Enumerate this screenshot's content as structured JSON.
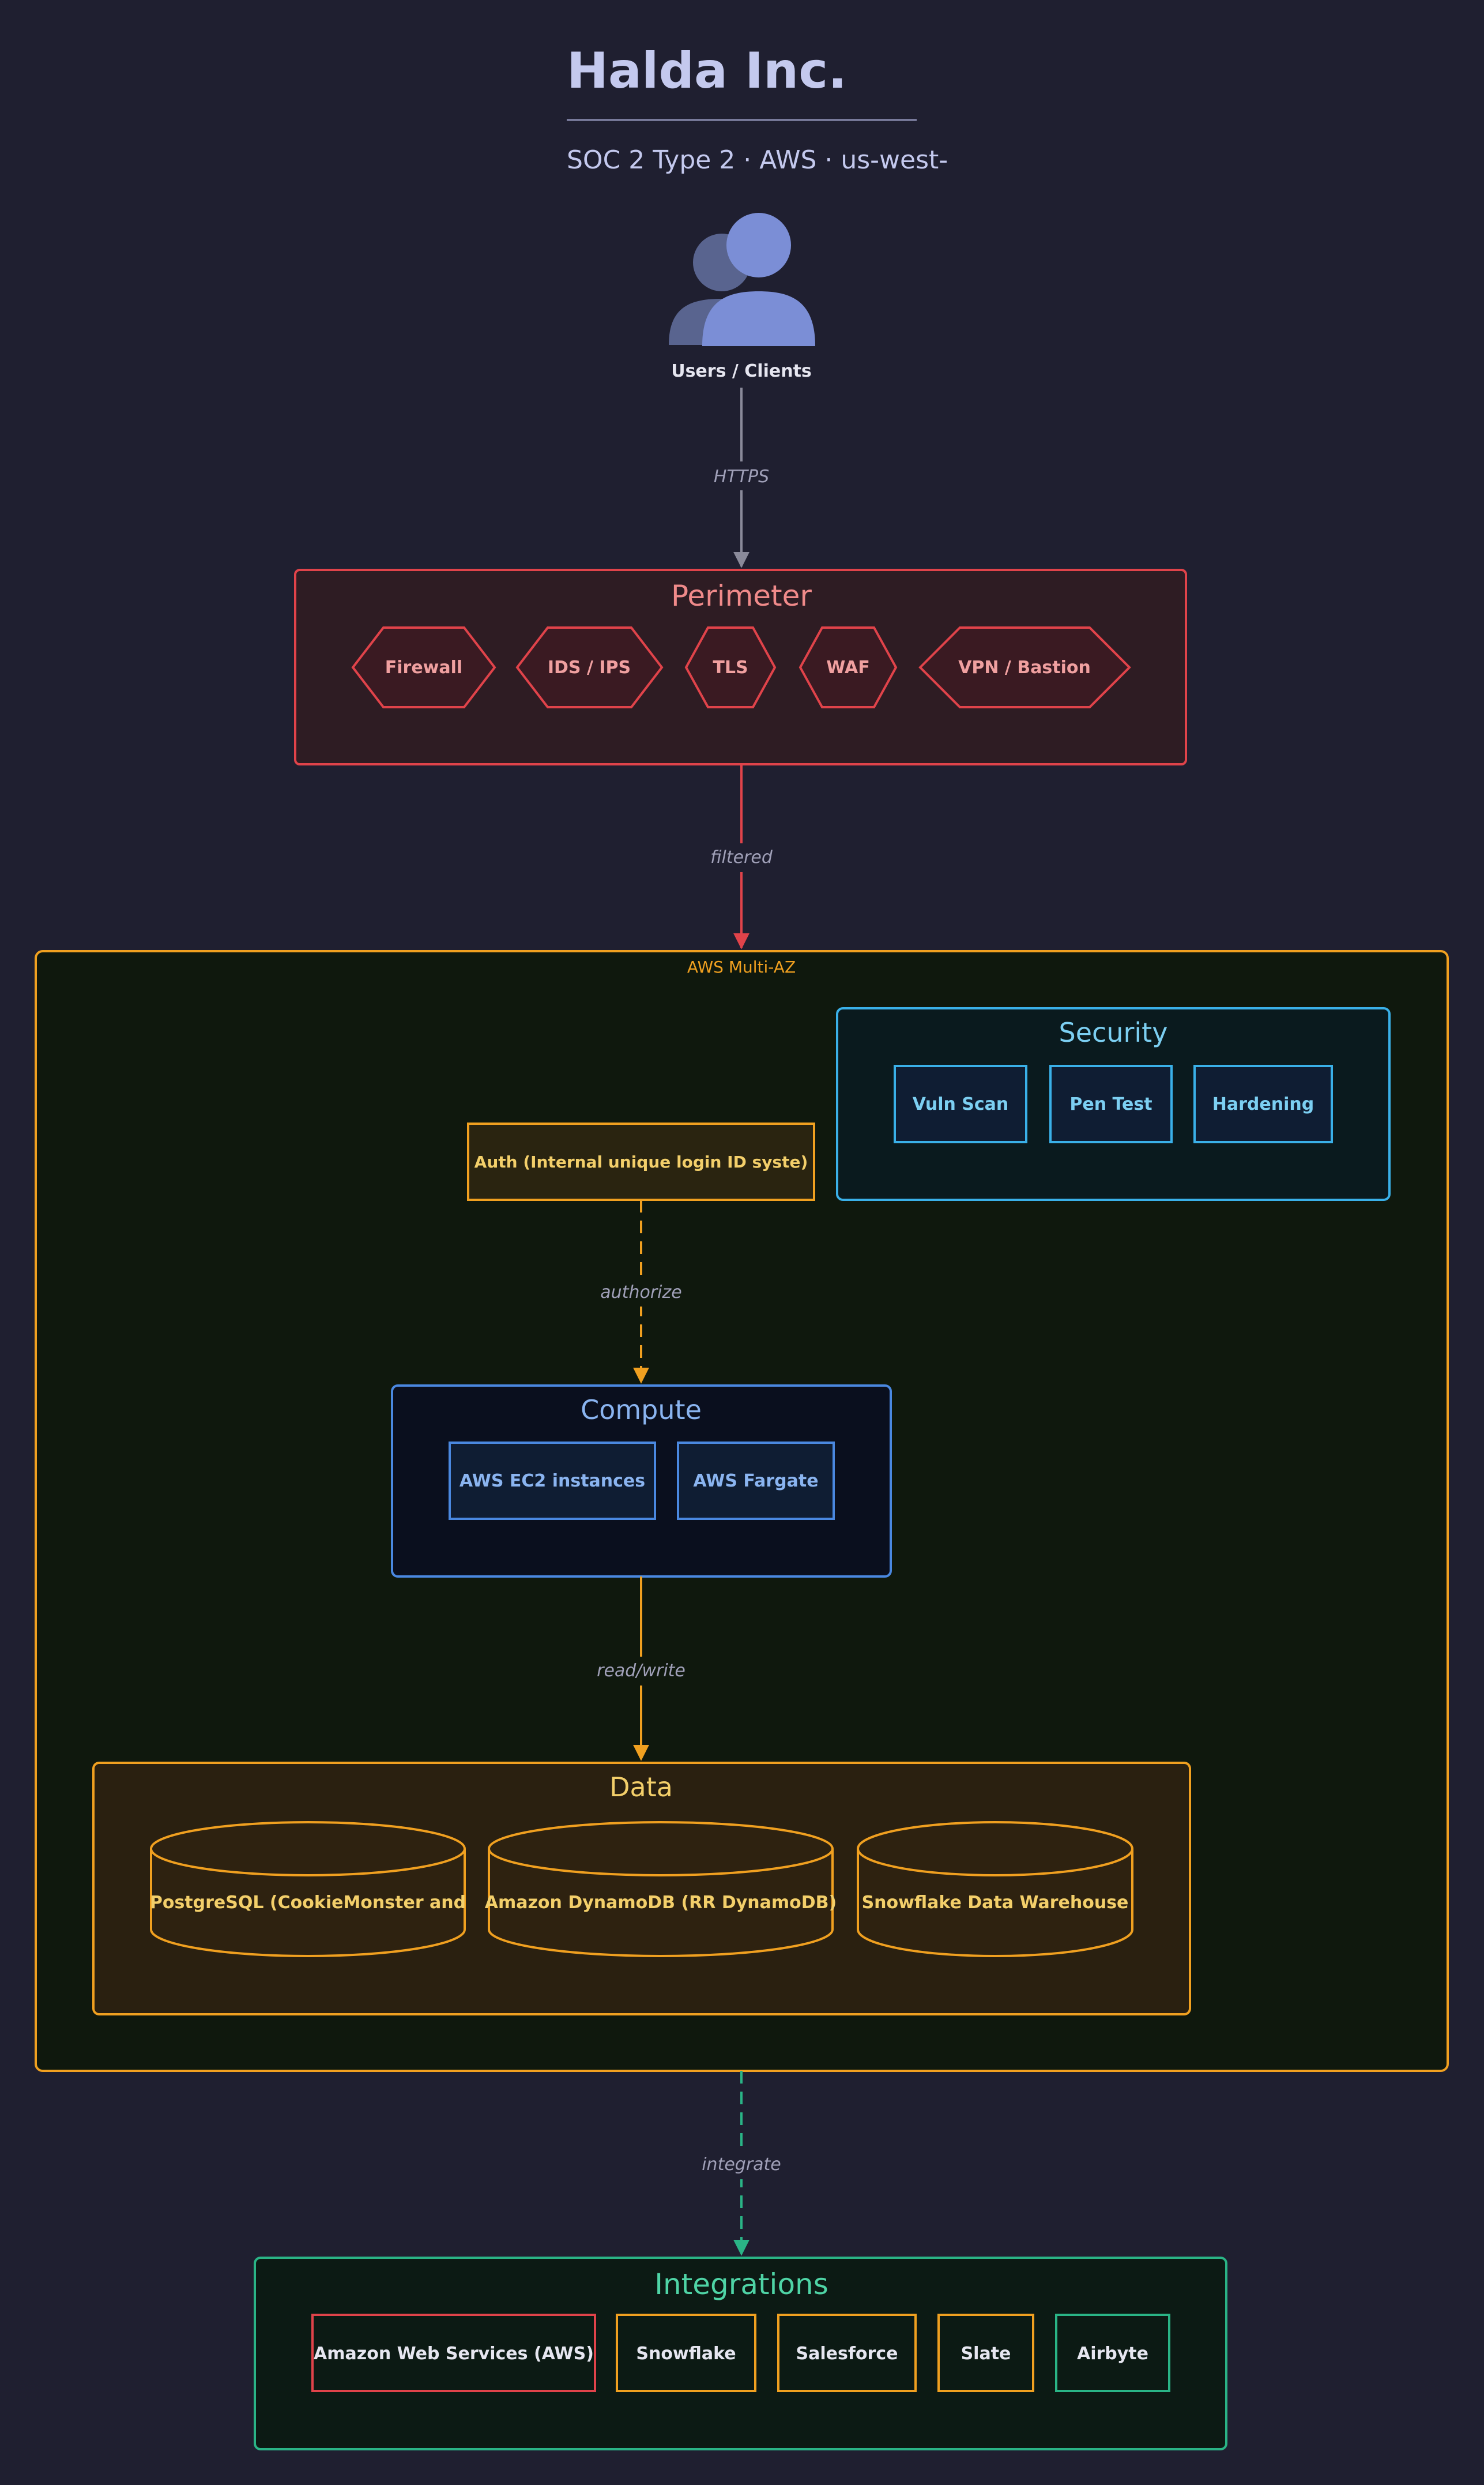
{
  "header": {
    "title": "Halda Inc.",
    "subtitle": "SOC 2 Type 2 · AWS · us-west-"
  },
  "users": {
    "label": "Users / Clients"
  },
  "edges": {
    "users_perimeter": "HTTPS",
    "perimeter_aws": "filtered",
    "auth_compute": "authorize",
    "compute_data": "read/write",
    "aws_integrations": "integrate"
  },
  "perimeter": {
    "title": "Perimeter",
    "items": [
      "Firewall",
      "IDS / IPS",
      "TLS",
      "WAF",
      "VPN / Bastion"
    ]
  },
  "aws": {
    "label": "AWS Multi-AZ"
  },
  "security": {
    "title": "Security",
    "items": [
      "Vuln Scan",
      "Pen Test",
      "Hardening"
    ]
  },
  "auth": {
    "label": "Auth (Internal unique login ID syste)"
  },
  "compute": {
    "title": "Compute",
    "items": [
      "AWS EC2 instances",
      "AWS Fargate"
    ]
  },
  "data": {
    "title": "Data",
    "items": [
      "PostgreSQL (CookieMonster and",
      "Amazon DynamoDB (RR DynamoDB)",
      "Snowflake Data Warehouse"
    ]
  },
  "integrations": {
    "title": "Integrations",
    "items": [
      "Amazon Web Services (AWS)",
      "Snowflake",
      "Salesforce",
      "Slate",
      "Airbyte"
    ]
  },
  "colors": {
    "background": "#1f1f30",
    "title": "#c4c9ee",
    "perimeter": "#e0434a",
    "aws": "#f0a020",
    "security": "#3ab0e8",
    "compute": "#4a88e0",
    "integrations": "#2ab486",
    "users": "#7b8ed6"
  }
}
